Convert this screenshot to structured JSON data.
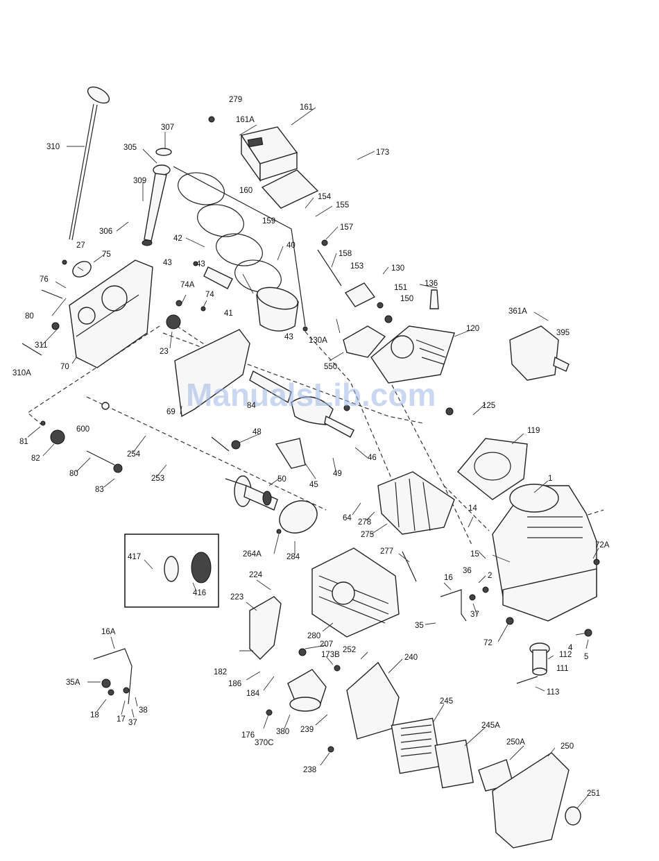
{
  "watermark": "ManualsLib.com",
  "inset_labels": [
    "417",
    "416"
  ],
  "labels": [
    {
      "id": "279"
    },
    {
      "id": "161"
    },
    {
      "id": "161A"
    },
    {
      "id": "307"
    },
    {
      "id": "305"
    },
    {
      "id": "310"
    },
    {
      "id": "173"
    },
    {
      "id": "309"
    },
    {
      "id": "160"
    },
    {
      "id": "159"
    },
    {
      "id": "154"
    },
    {
      "id": "155"
    },
    {
      "id": "306"
    },
    {
      "id": "42"
    },
    {
      "id": "157"
    },
    {
      "id": "40"
    },
    {
      "id": "27"
    },
    {
      "id": "75"
    },
    {
      "id": "158"
    },
    {
      "id": "43"
    },
    {
      "id": "153"
    },
    {
      "id": "130"
    },
    {
      "id": "76"
    },
    {
      "id": "74A"
    },
    {
      "id": "151"
    },
    {
      "id": "136"
    },
    {
      "id": "150"
    },
    {
      "id": "74"
    },
    {
      "id": "80"
    },
    {
      "id": "41"
    },
    {
      "id": "120"
    },
    {
      "id": "361A"
    },
    {
      "id": "311"
    },
    {
      "id": "395"
    },
    {
      "id": "23"
    },
    {
      "id": "130A"
    },
    {
      "id": "310A"
    },
    {
      "id": "70"
    },
    {
      "id": "550"
    },
    {
      "id": "69"
    },
    {
      "id": "125"
    },
    {
      "id": "600"
    },
    {
      "id": "119"
    },
    {
      "id": "81"
    },
    {
      "id": "48"
    },
    {
      "id": "46"
    },
    {
      "id": "82"
    },
    {
      "id": "254"
    },
    {
      "id": "45"
    },
    {
      "id": "49"
    },
    {
      "id": "80b",
      "text": "80"
    },
    {
      "id": "1"
    },
    {
      "id": "253"
    },
    {
      "id": "83"
    },
    {
      "id": "50"
    },
    {
      "id": "64"
    },
    {
      "id": "278"
    },
    {
      "id": "14"
    },
    {
      "id": "275"
    },
    {
      "id": "72A"
    },
    {
      "id": "264A"
    },
    {
      "id": "284"
    },
    {
      "id": "277"
    },
    {
      "id": "15"
    },
    {
      "id": "2"
    },
    {
      "id": "36"
    },
    {
      "id": "224"
    },
    {
      "id": "16"
    },
    {
      "id": "223"
    },
    {
      "id": "37"
    },
    {
      "id": "16A"
    },
    {
      "id": "35"
    },
    {
      "id": "72"
    },
    {
      "id": "4"
    },
    {
      "id": "280"
    },
    {
      "id": "207"
    },
    {
      "id": "112"
    },
    {
      "id": "5"
    },
    {
      "id": "182"
    },
    {
      "id": "173B"
    },
    {
      "id": "252"
    },
    {
      "id": "240"
    },
    {
      "id": "111"
    },
    {
      "id": "35A"
    },
    {
      "id": "186"
    },
    {
      "id": "184"
    },
    {
      "id": "113"
    },
    {
      "id": "18"
    },
    {
      "id": "17"
    },
    {
      "id": "38"
    },
    {
      "id": "37b",
      "text": "37"
    },
    {
      "id": "245"
    },
    {
      "id": "176"
    },
    {
      "id": "380"
    },
    {
      "id": "239"
    },
    {
      "id": "245A"
    },
    {
      "id": "370C"
    },
    {
      "id": "250A"
    },
    {
      "id": "250"
    },
    {
      "id": "238"
    },
    {
      "id": "251"
    },
    {
      "id": "43b",
      "text": "43"
    },
    {
      "id": "43c",
      "text": "43"
    },
    {
      "id": "84",
      "text": "84"
    }
  ]
}
